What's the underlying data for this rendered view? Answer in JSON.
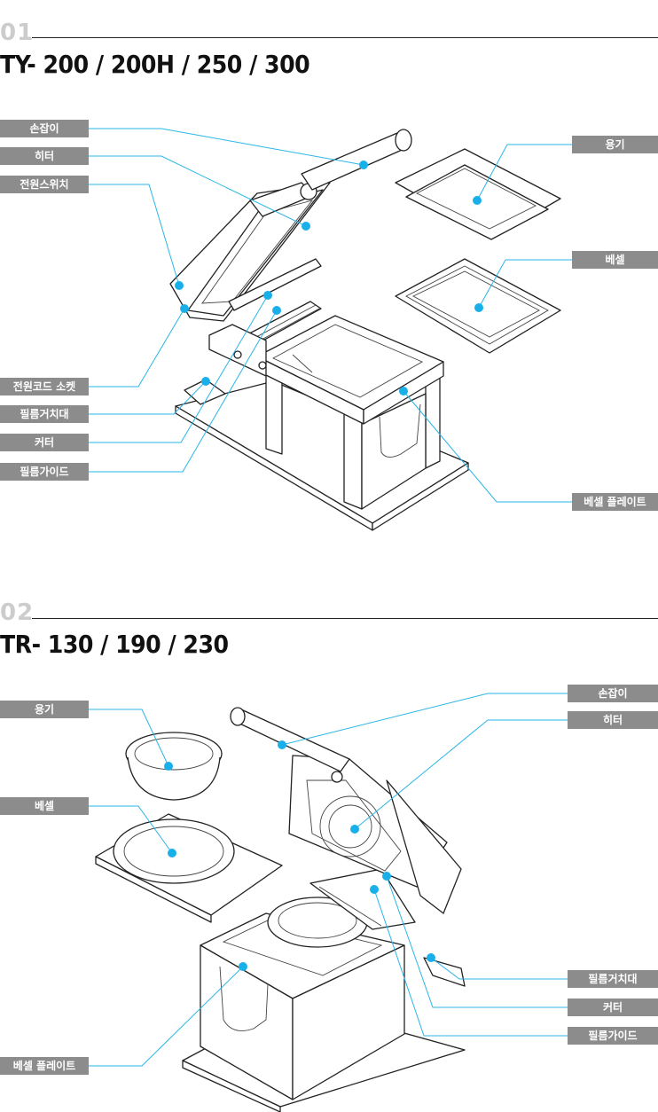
{
  "sections": [
    {
      "number": "01",
      "title": "TY- 200 / 200H / 250 / 300",
      "labels": [
        "손잡이",
        "히터",
        "전원스위치",
        "전원코드 소켓",
        "필름거치대",
        "커터",
        "필름가이드",
        "용기",
        "베셀",
        "베셀 플레이트"
      ]
    },
    {
      "number": "02",
      "title": "TR- 130 / 190 / 230",
      "labels": [
        "용기",
        "베셀",
        "베셀 플레이트",
        "손잡이",
        "히터",
        "필름거치대",
        "커터",
        "필름가이드"
      ]
    }
  ],
  "colors": {
    "label_bg": "#8c8c8c",
    "leader": "#29b6e8",
    "dot": "#19b0ea",
    "section_number": "#cccccc"
  }
}
